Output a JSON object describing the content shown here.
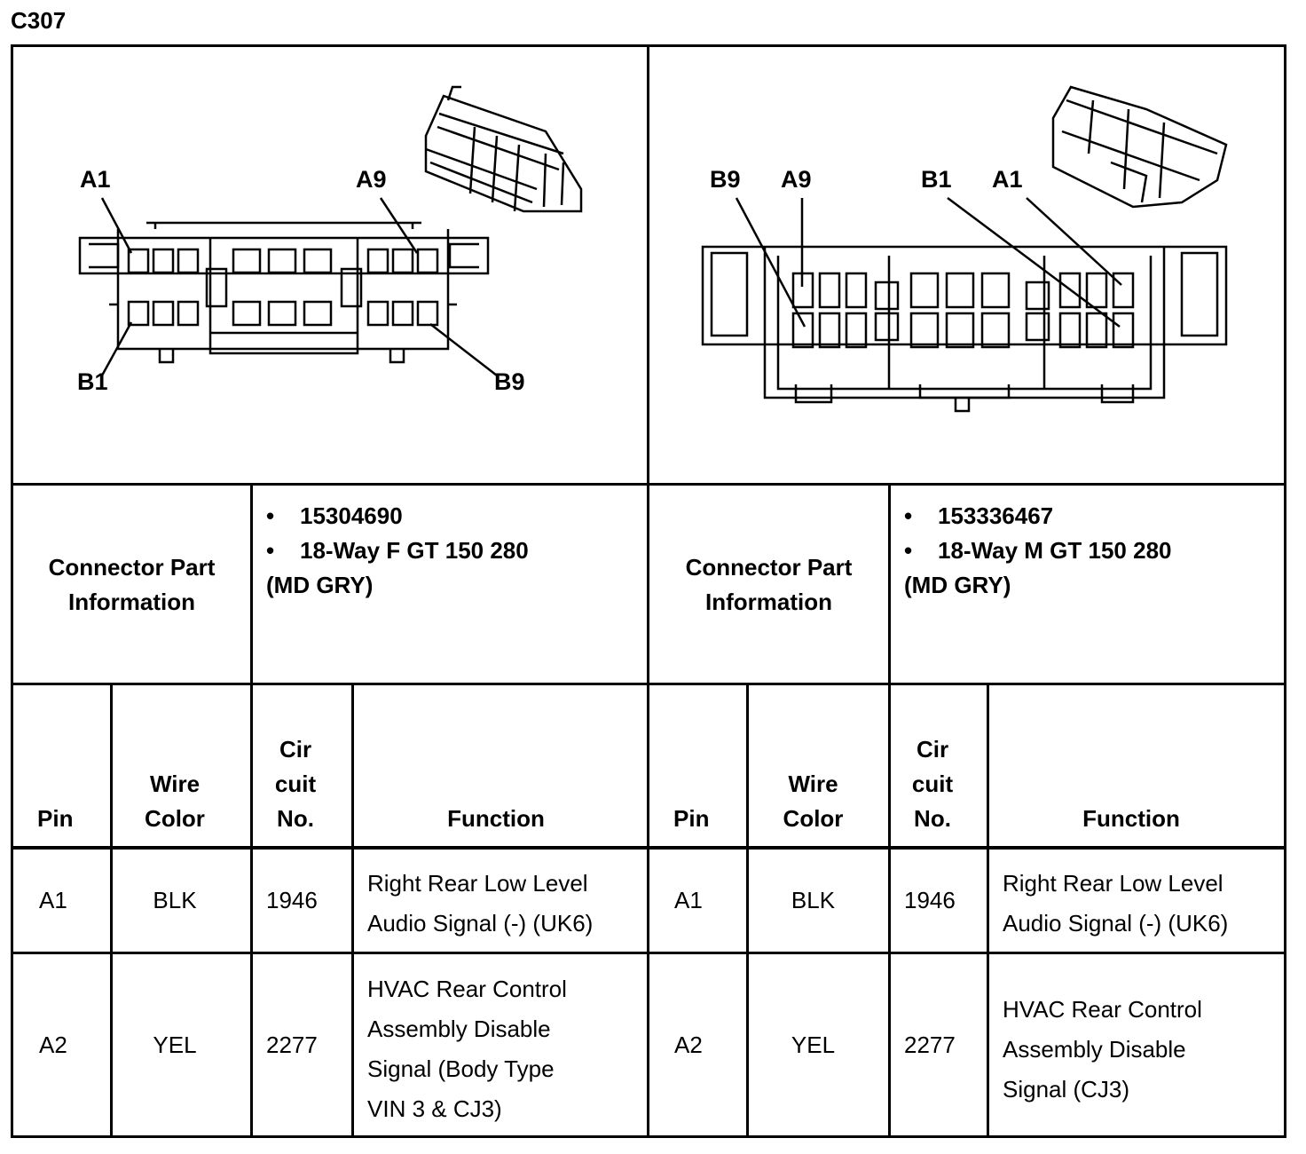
{
  "title": "C307",
  "left": {
    "pin_labels": {
      "a1": "A1",
      "a9": "A9",
      "b1": "B1",
      "b9": "B9"
    },
    "part_info_label": "Connector Part Information",
    "part_numbers": [
      "15304690",
      "18-Way F GT 150 280"
    ],
    "part_color": "(MD GRY)"
  },
  "right": {
    "pin_labels": {
      "a1": "A1",
      "a9": "A9",
      "b1": "B1",
      "b9": "B9"
    },
    "part_info_label": "Connector Part Information",
    "part_numbers": [
      "153336467",
      "18-Way M GT 150 280"
    ],
    "part_color": "(MD GRY)"
  },
  "headers": {
    "pin": "Pin",
    "wire_color": "Wire Color",
    "circuit": "Cir cuit No.",
    "function": "Function"
  },
  "rows_left": [
    {
      "pin": "A1",
      "color": "BLK",
      "circuit": "1946",
      "function": [
        "Right Rear Low Level",
        "Audio Signal (-) (UK6)"
      ]
    },
    {
      "pin": "A2",
      "color": "YEL",
      "circuit": "2277",
      "function": [
        "HVAC Rear Control",
        "Assembly Disable",
        "Signal (Body Type",
        "VIN 3 & CJ3)"
      ]
    }
  ],
  "rows_right": [
    {
      "pin": "A1",
      "color": "BLK",
      "circuit": "1946",
      "function": [
        "Right Rear Low Level",
        "Audio Signal (-) (UK6)"
      ]
    },
    {
      "pin": "A2",
      "color": "YEL",
      "circuit": "2277",
      "function": [
        "HVAC Rear Control",
        "Assembly Disable",
        "Signal (CJ3)"
      ]
    }
  ]
}
